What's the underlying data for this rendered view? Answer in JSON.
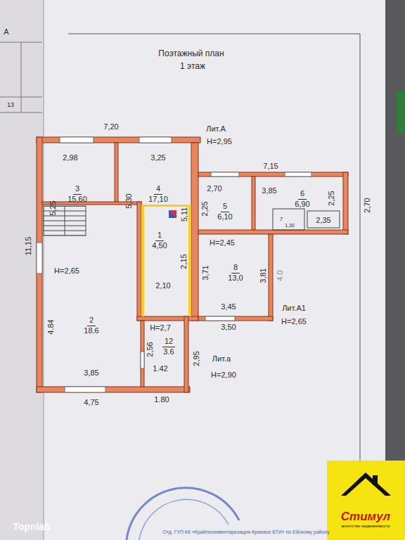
{
  "diagram": {
    "title": "Поэтажный план",
    "nodes": [
      {
        "text": [
          "3",
          "15,60"
        ]
      },
      {
        "text": [
          "4",
          "17,10"
        ]
      },
      {
        "text": [
          "5",
          "6,10"
        ]
      },
      {
        "text": [
          "6",
          "6,90"
        ]
      },
      {
        "text": [
          "7"
        ]
      },
      {
        "text": [
          "1",
          "4,50"
        ]
      },
      {
        "text": [
          "8",
          "13,0"
        ]
      },
      {
        "text": [
          "2",
          "18.6"
        ]
      },
      {
        "text": [
          "12",
          "3.6"
        ]
      },
      {
        "text": [
          "Стимул",
          "агентство недвижимости"
        ]
      }
    ],
    "labels": [
      "7,20",
      "2,98",
      "3,25",
      "Лит.А",
      "H=2,95",
      "7,15",
      "2,70",
      "3,85",
      "2,25",
      "2,70",
      "5,25",
      "5,30",
      "5,11",
      "2,25",
      "1,30",
      "2,35",
      "H=2,45",
      "3,71",
      "3,81",
      "4.0",
      "2,15",
      "2,10",
      "3,45",
      "3,50",
      "Лит.А1",
      "H=2,65",
      "H=2,65",
      "4.84",
      "3,85",
      "H=2,7",
      "2,56",
      "1.42",
      "2,95",
      "Лит.а",
      "H=2,90",
      "4,75",
      "1.80",
      "11,15",
      "1 этаж",
      "Topnlab",
      "Отд. ГУП КК «Крайтехинвентаризация-Краевое БТИ» по Ейскому району",
      "13",
      "А"
    ]
  }
}
